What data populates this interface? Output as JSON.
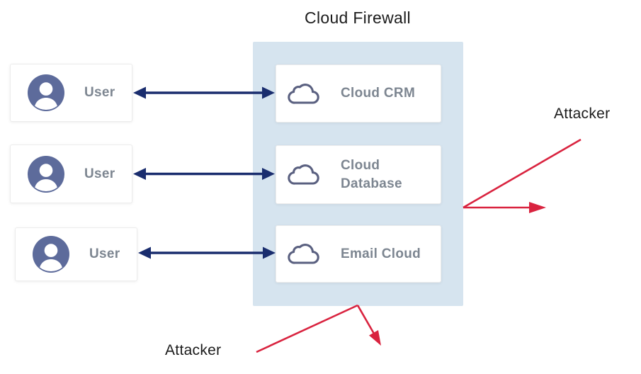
{
  "title": "Cloud Firewall",
  "users": [
    {
      "label": "User",
      "icon": "user-avatar-icon"
    },
    {
      "label": "User",
      "icon": "user-avatar-icon"
    },
    {
      "label": "User",
      "icon": "user-avatar-icon"
    }
  ],
  "firewall": {
    "services": [
      {
        "label": "Cloud CRM",
        "icon": "cloud-icon"
      },
      {
        "label": "Cloud Database",
        "icon": "cloud-icon"
      },
      {
        "label": "Email Cloud",
        "icon": "cloud-icon"
      }
    ]
  },
  "attackers": {
    "top_right": {
      "label": "Attacker"
    },
    "bottom_left": {
      "label": "Attacker"
    }
  },
  "colors": {
    "firewall_background": "#d6e4ef",
    "connection_arrow": "#1a2d6e",
    "attack_arrow": "#d9233f",
    "card_background": "#ffffff",
    "card_border": "#ececec",
    "label_text": "#7d8691",
    "avatar_fill": "#5d6b9b",
    "cloud_icon_stroke": "#5a6080",
    "title_text": "#1c1c1c"
  }
}
